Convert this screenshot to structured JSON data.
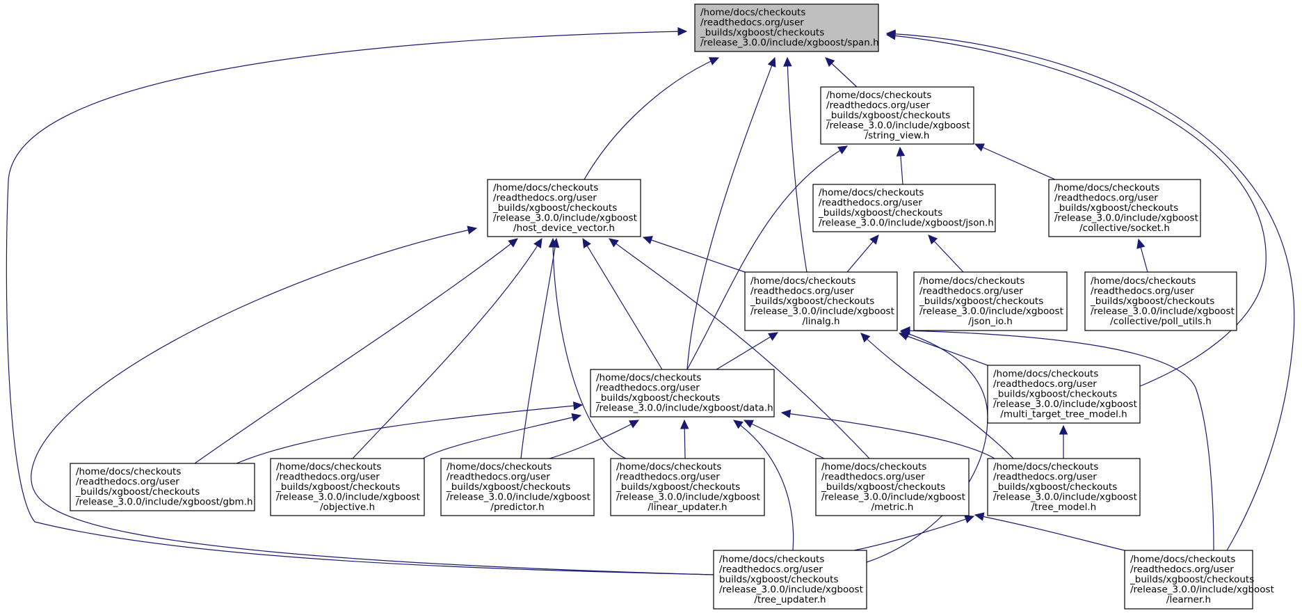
{
  "colors": {
    "root_fill": "#bfbfbf",
    "node_fill": "#ffffff",
    "edge": "#191970",
    "border": "#000000"
  },
  "nodes": {
    "span": {
      "lines": [
        "/home/docs/checkouts",
        "/readthedocs.org/user",
        "_builds/xgboost/checkouts",
        "/release_3.0.0/include/xgboost/span.h"
      ],
      "root": true
    },
    "string_view": {
      "lines": [
        "/home/docs/checkouts",
        "/readthedocs.org/user",
        "_builds/xgboost/checkouts",
        "/release_3.0.0/include/xgboost",
        "/string_view.h"
      ]
    },
    "hdv": {
      "lines": [
        "/home/docs/checkouts",
        "/readthedocs.org/user",
        "_builds/xgboost/checkouts",
        "/release_3.0.0/include/xgboost",
        "/host_device_vector.h"
      ]
    },
    "json": {
      "lines": [
        "/home/docs/checkouts",
        "/readthedocs.org/user",
        "_builds/xgboost/checkouts",
        "/release_3.0.0/include/xgboost/json.h"
      ]
    },
    "socket": {
      "lines": [
        "/home/docs/checkouts",
        "/readthedocs.org/user",
        "_builds/xgboost/checkouts",
        "/release_3.0.0/include/xgboost",
        "/collective/socket.h"
      ]
    },
    "linalg": {
      "lines": [
        "/home/docs/checkouts",
        "/readthedocs.org/user",
        "_builds/xgboost/checkouts",
        "/release_3.0.0/include/xgboost",
        "/linalg.h"
      ]
    },
    "json_io": {
      "lines": [
        "/home/docs/checkouts",
        "/readthedocs.org/user",
        "_builds/xgboost/checkouts",
        "/release_3.0.0/include/xgboost",
        "/json_io.h"
      ]
    },
    "poll_utils": {
      "lines": [
        "/home/docs/checkouts",
        "/readthedocs.org/user",
        "_builds/xgboost/checkouts",
        "/release_3.0.0/include/xgboost",
        "/collective/poll_utils.h"
      ]
    },
    "data": {
      "lines": [
        "/home/docs/checkouts",
        "/readthedocs.org/user",
        "_builds/xgboost/checkouts",
        "/release_3.0.0/include/xgboost/data.h"
      ]
    },
    "mttm": {
      "lines": [
        "/home/docs/checkouts",
        "/readthedocs.org/user",
        "_builds/xgboost/checkouts",
        "/release_3.0.0/include/xgboost",
        "/multi_target_tree_model.h"
      ]
    },
    "gbm": {
      "lines": [
        "/home/docs/checkouts",
        "/readthedocs.org/user",
        "_builds/xgboost/checkouts",
        "/release_3.0.0/include/xgboost/gbm.h"
      ]
    },
    "objective": {
      "lines": [
        "/home/docs/checkouts",
        "/readthedocs.org/user",
        "_builds/xgboost/checkouts",
        "/release_3.0.0/include/xgboost",
        "/objective.h"
      ]
    },
    "predictor": {
      "lines": [
        "/home/docs/checkouts",
        "/readthedocs.org/user",
        "_builds/xgboost/checkouts",
        "/release_3.0.0/include/xgboost",
        "/predictor.h"
      ]
    },
    "linear_updater": {
      "lines": [
        "/home/docs/checkouts",
        "/readthedocs.org/user",
        "_builds/xgboost/checkouts",
        "/release_3.0.0/include/xgboost",
        "/linear_updater.h"
      ]
    },
    "metric": {
      "lines": [
        "/home/docs/checkouts",
        "/readthedocs.org/user",
        "_builds/xgboost/checkouts",
        "/release_3.0.0/include/xgboost",
        "/metric.h"
      ]
    },
    "tree_model": {
      "lines": [
        "/home/docs/checkouts",
        "/readthedocs.org/user",
        "_builds/xgboost/checkouts",
        "/release_3.0.0/include/xgboost",
        "/tree_model.h"
      ]
    },
    "tree_updater": {
      "lines": [
        "/home/docs/checkouts",
        "/readthedocs.org/user",
        "builds/xgboost/checkouts",
        "/release_3.0.0/include/xgboost",
        "/tree_updater.h"
      ]
    },
    "learner": {
      "lines": [
        "/home/docs/checkouts",
        "/readthedocs.org/user",
        "_builds/xgboost/checkouts",
        "/release_3.0.0/include/xgboost",
        "/learner.h"
      ]
    }
  },
  "edges": [
    [
      "span",
      "string_view"
    ],
    [
      "span",
      "hdv"
    ],
    [
      "span",
      "data"
    ],
    [
      "span",
      "linalg"
    ],
    [
      "span",
      "mttm"
    ],
    [
      "span",
      "learner"
    ],
    [
      "span",
      "tree_updater"
    ],
    [
      "string_view",
      "json"
    ],
    [
      "string_view",
      "socket"
    ],
    [
      "string_view",
      "data"
    ],
    [
      "hdv",
      "linalg"
    ],
    [
      "hdv",
      "data"
    ],
    [
      "hdv",
      "gbm"
    ],
    [
      "hdv",
      "objective"
    ],
    [
      "hdv",
      "predictor"
    ],
    [
      "hdv",
      "linear_updater"
    ],
    [
      "hdv",
      "metric"
    ],
    [
      "hdv",
      "tree_updater"
    ],
    [
      "json",
      "linalg"
    ],
    [
      "json",
      "json_io"
    ],
    [
      "socket",
      "poll_utils"
    ],
    [
      "linalg",
      "data"
    ],
    [
      "linalg",
      "mttm"
    ],
    [
      "linalg",
      "tree_model"
    ],
    [
      "linalg",
      "tree_updater"
    ],
    [
      "linalg",
      "learner"
    ],
    [
      "data",
      "gbm"
    ],
    [
      "data",
      "objective"
    ],
    [
      "data",
      "predictor"
    ],
    [
      "data",
      "linear_updater"
    ],
    [
      "data",
      "metric"
    ],
    [
      "data",
      "tree_model"
    ],
    [
      "data",
      "tree_updater"
    ],
    [
      "mttm",
      "tree_model"
    ],
    [
      "tree_model",
      "tree_updater"
    ],
    [
      "tree_model",
      "learner"
    ]
  ]
}
